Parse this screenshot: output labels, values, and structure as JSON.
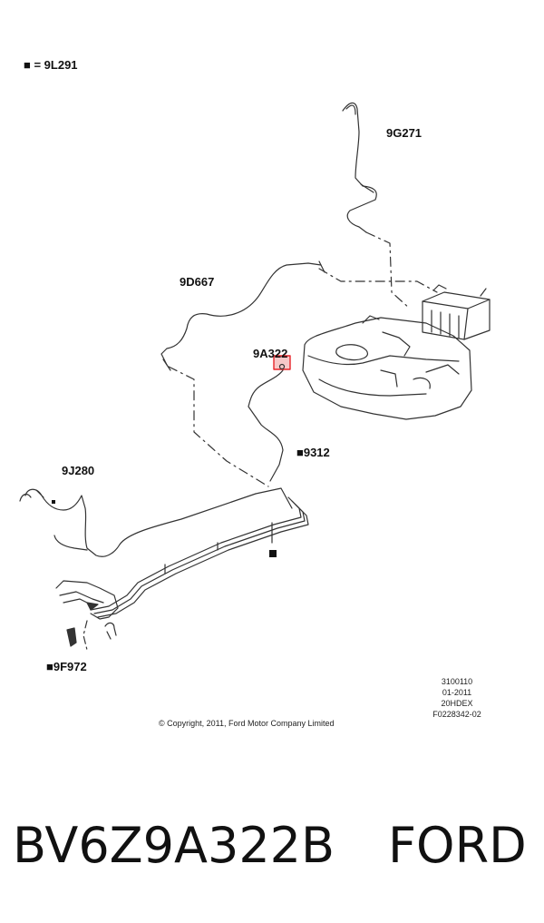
{
  "legend": {
    "text": "■ = 9L291"
  },
  "labels": {
    "p9G271": "9G271",
    "p9D667": "9D667",
    "p9A322": "9A322",
    "p9312": "■9312",
    "p9J280": "9J280",
    "p9F972": "■9F972",
    "square_marker": "■"
  },
  "meta": [
    "3100110",
    "01-2011",
    "20HDEX",
    "F0228342-02"
  ],
  "copyright": "© Copyright, 2011, Ford Motor Company Limited",
  "footer": {
    "part_number": "BV6Z9A322B",
    "brand": "FORD"
  },
  "colors": {
    "highlight": "#e8252a",
    "line": "#333333"
  }
}
